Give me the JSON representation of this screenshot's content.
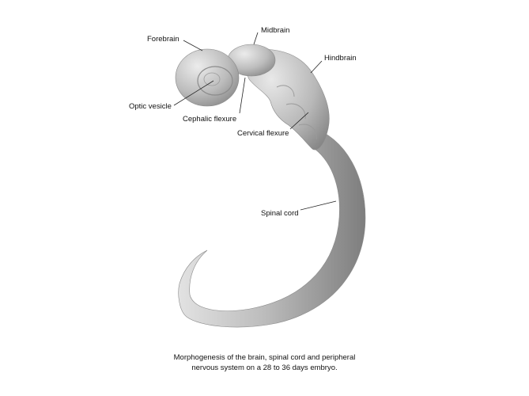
{
  "labels": {
    "forebrain": "Forebrain",
    "midbrain": "Midbrain",
    "hindbrain": "Hindbrain",
    "optic_vesicle": "Optic vesicle",
    "cephalic_flexure": "Cephalic flexure",
    "cervical_flexure": "Cervical flexure",
    "spinal_cord": "Spinal cord"
  },
  "caption": {
    "line1": "Morphogenesis of the brain, spinal cord and peripheral",
    "line2": "nervous system on a 28 to 36 days embryo."
  },
  "colors": {
    "tissue_light": "#e2e2e2",
    "tissue_mid": "#b4b4b4",
    "tissue_dark": "#7e7e7e",
    "leader_line": "#222222"
  }
}
